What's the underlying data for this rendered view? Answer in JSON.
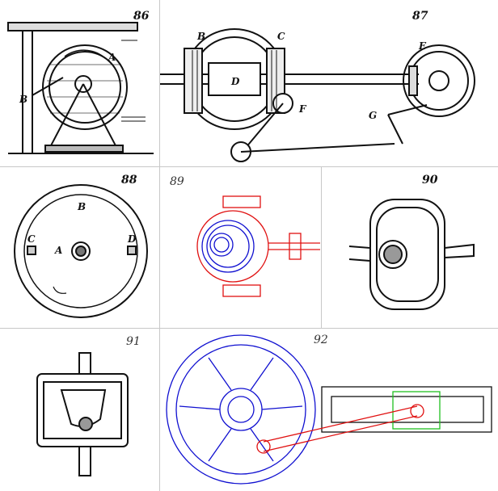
{
  "figures": {
    "f86": {
      "number": "86",
      "labels": {
        "a": "A",
        "b": "B"
      }
    },
    "f87": {
      "number": "87",
      "labels": {
        "b": "B",
        "c": "C",
        "d": "D",
        "e": "E",
        "f": "F",
        "g": "G"
      }
    },
    "f88": {
      "number": "88",
      "labels": {
        "a": "A",
        "b": "B",
        "c": "C",
        "d": "D"
      }
    },
    "f89": {
      "number": "89"
    },
    "f90": {
      "number": "90"
    },
    "f91": {
      "number": "91"
    },
    "f92": {
      "number": "92"
    }
  },
  "colors": {
    "ink": "#111111",
    "red": "#e01010",
    "blue": "#1010d0",
    "green": "#20c020",
    "rule": "#c8c8c8"
  }
}
